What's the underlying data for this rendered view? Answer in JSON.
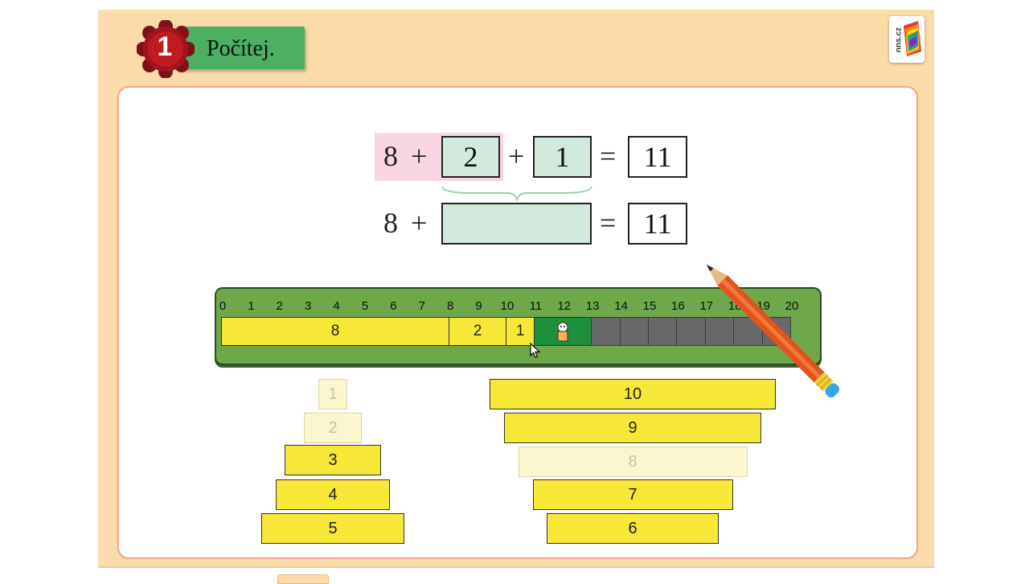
{
  "task": {
    "number": "1",
    "title": "Počítej."
  },
  "logo": {
    "text": "nns.cz"
  },
  "equation1": {
    "a": "8",
    "op1": "+",
    "b": "2",
    "op2": "+",
    "c": "1",
    "eq": "=",
    "result": "11"
  },
  "equation2": {
    "a": "8",
    "op1": "+",
    "blank": "",
    "eq": "=",
    "result": "11"
  },
  "ruler": {
    "ticks": [
      "0",
      "1",
      "2",
      "3",
      "4",
      "5",
      "6",
      "7",
      "8",
      "9",
      "10",
      "11",
      "12",
      "13",
      "14",
      "15",
      "16",
      "17",
      "18",
      "19",
      "20"
    ],
    "segments": [
      {
        "label": "8",
        "from": 0,
        "to": 8,
        "style": "yellow"
      },
      {
        "label": "2",
        "from": 8,
        "to": 10,
        "style": "yellow"
      },
      {
        "label": "1",
        "from": 10,
        "to": 11,
        "style": "yellow"
      },
      {
        "label": "",
        "from": 11,
        "to": 13,
        "style": "green"
      },
      {
        "label": "",
        "from": 13,
        "to": 14,
        "style": "gray"
      },
      {
        "label": "",
        "from": 14,
        "to": 15,
        "style": "gray"
      },
      {
        "label": "",
        "from": 15,
        "to": 16,
        "style": "gray"
      },
      {
        "label": "",
        "from": 16,
        "to": 17,
        "style": "gray"
      },
      {
        "label": "",
        "from": 17,
        "to": 18,
        "style": "gray"
      },
      {
        "label": "",
        "from": 18,
        "to": 19,
        "style": "gray"
      },
      {
        "label": "",
        "from": 19,
        "to": 20,
        "style": "gray"
      }
    ]
  },
  "rods_left": [
    {
      "label": "1",
      "faded": true
    },
    {
      "label": "2",
      "faded": true
    },
    {
      "label": "3",
      "faded": false
    },
    {
      "label": "4",
      "faded": false
    },
    {
      "label": "5",
      "faded": false
    }
  ],
  "rods_right": [
    {
      "label": "10",
      "faded": false
    },
    {
      "label": "9",
      "faded": false
    },
    {
      "label": "8",
      "faded": true
    },
    {
      "label": "7",
      "faded": false
    },
    {
      "label": "6",
      "faded": false
    }
  ],
  "colors": {
    "frame": "#fbdba9",
    "header_green": "#4caf61",
    "rod_yellow": "#f7e837",
    "ruler_green": "#6ea84b",
    "answer_fill": "#d2eadc"
  }
}
